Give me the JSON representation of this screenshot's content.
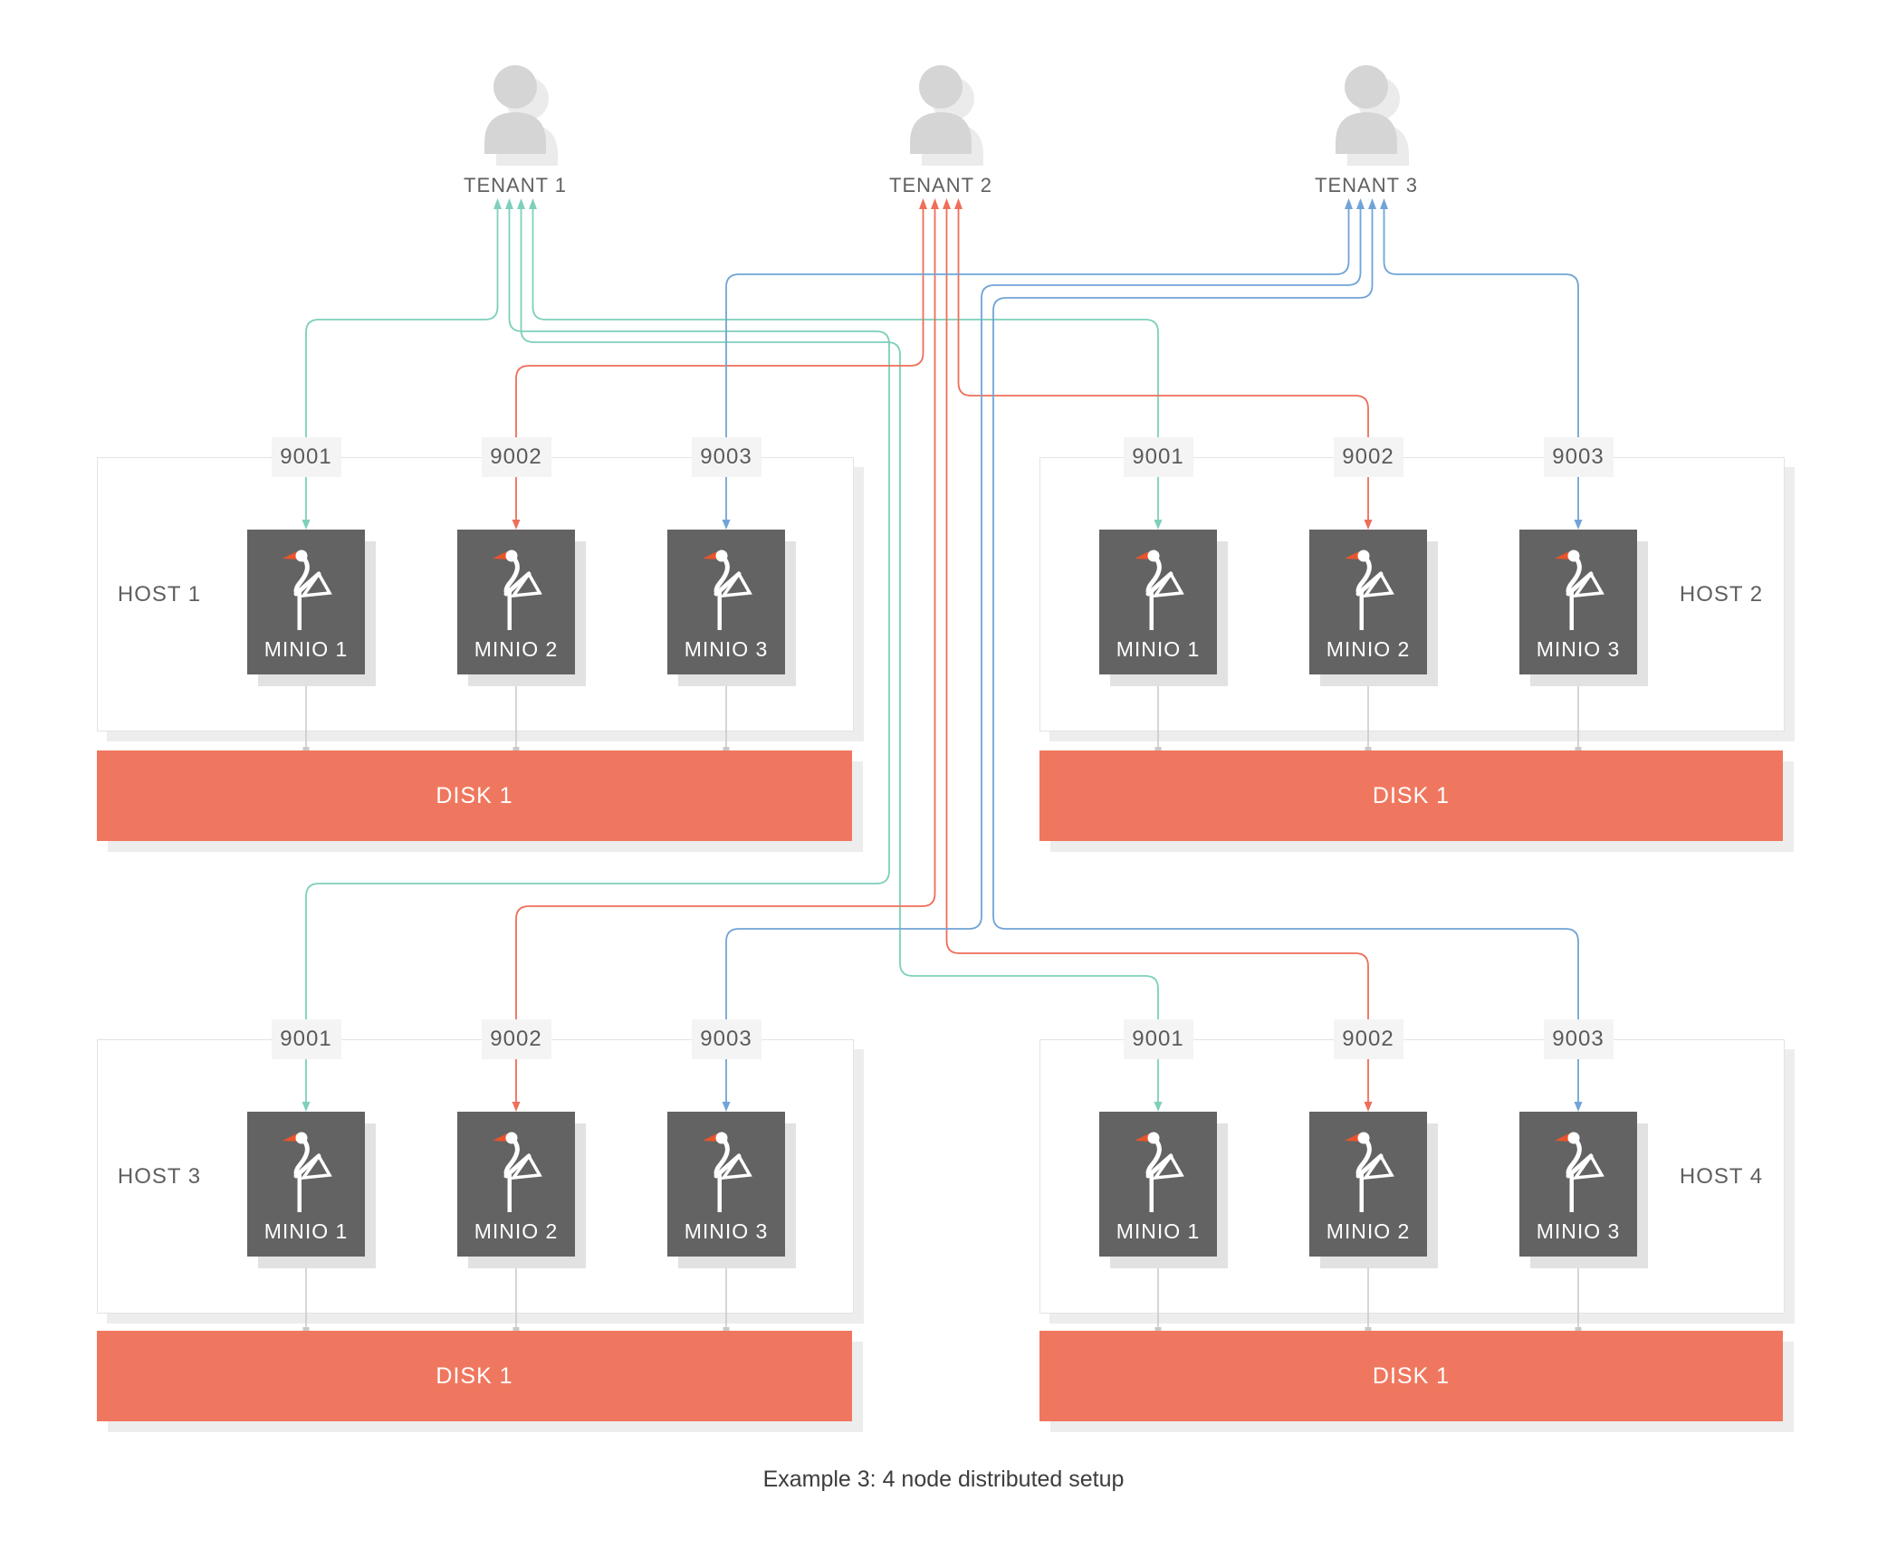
{
  "caption": "Example 3: 4 node distributed setup",
  "tenants": [
    {
      "label": "TENANT 1"
    },
    {
      "label": "TENANT 2"
    },
    {
      "label": "TENANT 3"
    }
  ],
  "hosts": [
    {
      "label": "HOST 1",
      "label_side": "left",
      "ports": [
        "9001",
        "9002",
        "9003"
      ],
      "minios": [
        "MINIO 1",
        "MINIO 2",
        "MINIO 3"
      ],
      "disk": "DISK 1"
    },
    {
      "label": "HOST 2",
      "label_side": "right",
      "ports": [
        "9001",
        "9002",
        "9003"
      ],
      "minios": [
        "MINIO 1",
        "MINIO 2",
        "MINIO 3"
      ],
      "disk": "DISK 1"
    },
    {
      "label": "HOST 3",
      "label_side": "left",
      "ports": [
        "9001",
        "9002",
        "9003"
      ],
      "minios": [
        "MINIO 1",
        "MINIO 2",
        "MINIO 3"
      ],
      "disk": "DISK 1"
    },
    {
      "label": "HOST 4",
      "label_side": "right",
      "ports": [
        "9001",
        "9002",
        "9003"
      ],
      "minios": [
        "MINIO 1",
        "MINIO 2",
        "MINIO 3"
      ],
      "disk": "DISK 1"
    }
  ],
  "connections": [
    {
      "from": "TENANT 1",
      "color": "#7ecfbb",
      "to": [
        "HOST 1:9001",
        "HOST 3:9001",
        "HOST 4:9001",
        "HOST 2:9001"
      ]
    },
    {
      "from": "TENANT 2",
      "color": "#ef6e59",
      "to": [
        "HOST 1:9002",
        "HOST 3:9002",
        "HOST 4:9002",
        "HOST 2:9002"
      ]
    },
    {
      "from": "TENANT 3",
      "color": "#70a4d7",
      "to": [
        "HOST 1:9003",
        "HOST 3:9003",
        "HOST 4:9003",
        "HOST 2:9003"
      ]
    }
  ],
  "colors": {
    "tenant1_line": "#7ecfbb",
    "tenant2_line": "#ef6e59",
    "tenant3_line": "#70a4d7",
    "disk_bg": "#f0775f",
    "minio_bg": "#636363",
    "port_bg": "#f4f4f4",
    "port_text": "#5a5a5a",
    "label_text": "#5f5f5f",
    "caption_text": "#3d3d3d",
    "host_bg": "#ffffff",
    "host_border": "#e3e3e3",
    "shadow": "#ededed",
    "icon_gray": "#d5d5d5",
    "icon_shadow": "#ebebeb",
    "beak_orange": "#e8542c",
    "connector_gray": "#c5c5c5"
  }
}
